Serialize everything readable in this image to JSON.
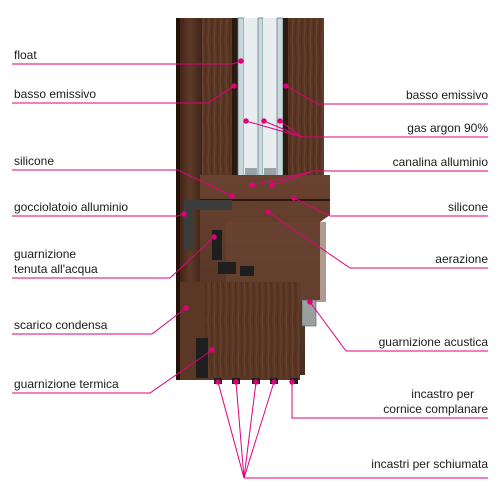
{
  "diagram": {
    "accent_color": "#e0007a",
    "labels": {
      "float": "float",
      "basso_emissivo_left": "basso emissivo",
      "silicone_left": "silicone",
      "gocciolatoio": "gocciolatoio alluminio",
      "guarnizione_tenuta_1": "guarnizione",
      "guarnizione_tenuta_2": "tenuta all'acqua",
      "scarico_condensa": "scarico condensa",
      "guarnizione_termica": "guarnizione termica",
      "basso_emissivo_right": "basso emissivo",
      "gas_argon": "gas argon 90%",
      "canalina": "canalina alluminio",
      "silicone_right": "silicone",
      "aerazione": "aerazione",
      "guarnizione_acustica": "guarnizione acustica",
      "incastro_1": "incastro per",
      "incastro_2": "cornice complanare",
      "incastri_schiumata": "incastri per schiumata"
    }
  }
}
